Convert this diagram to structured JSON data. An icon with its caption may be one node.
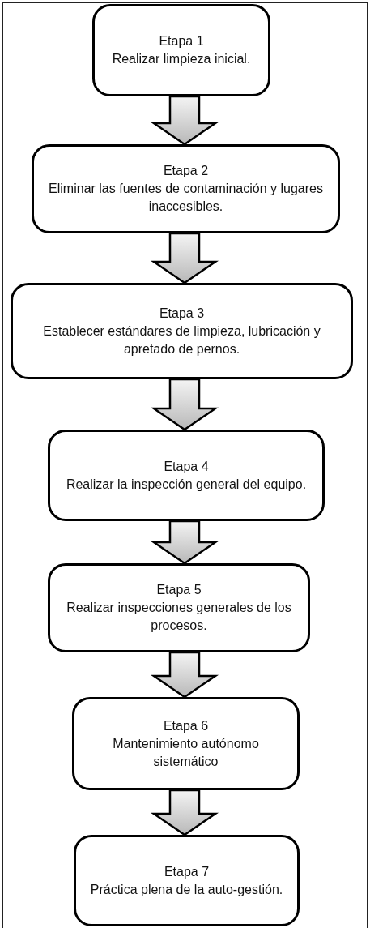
{
  "diagram": {
    "nodes": [
      {
        "text": [
          "Etapa 1",
          "Realizar limpieza inicial."
        ]
      },
      {
        "text": [
          "Etapa 2",
          "Eliminar las fuentes de contaminación y lugares inaccesibles."
        ]
      },
      {
        "text": [
          "Etapa 3",
          "Establecer estándares de limpieza, lubricación y apretado de pernos."
        ]
      },
      {
        "text": [
          "Etapa 4",
          "Realizar la inspección general del equipo."
        ]
      },
      {
        "text": [
          "Etapa 5",
          "Realizar inspecciones generales de los procesos."
        ]
      },
      {
        "text": [
          "Etapa 6",
          "Mantenimiento autónomo sistemático"
        ]
      },
      {
        "text": [
          "Etapa 7",
          "Práctica plena de la auto-gestión."
        ]
      }
    ],
    "edges": [
      {
        "from": 0,
        "to": 1,
        "arrow": "to"
      },
      {
        "from": 1,
        "to": 2,
        "arrow": "to"
      },
      {
        "from": 2,
        "to": 3,
        "arrow": "to"
      },
      {
        "from": 3,
        "to": 4,
        "arrow": "to"
      },
      {
        "from": 4,
        "to": 5,
        "arrow": "to"
      },
      {
        "from": 5,
        "to": 6,
        "arrow": "to"
      }
    ]
  }
}
